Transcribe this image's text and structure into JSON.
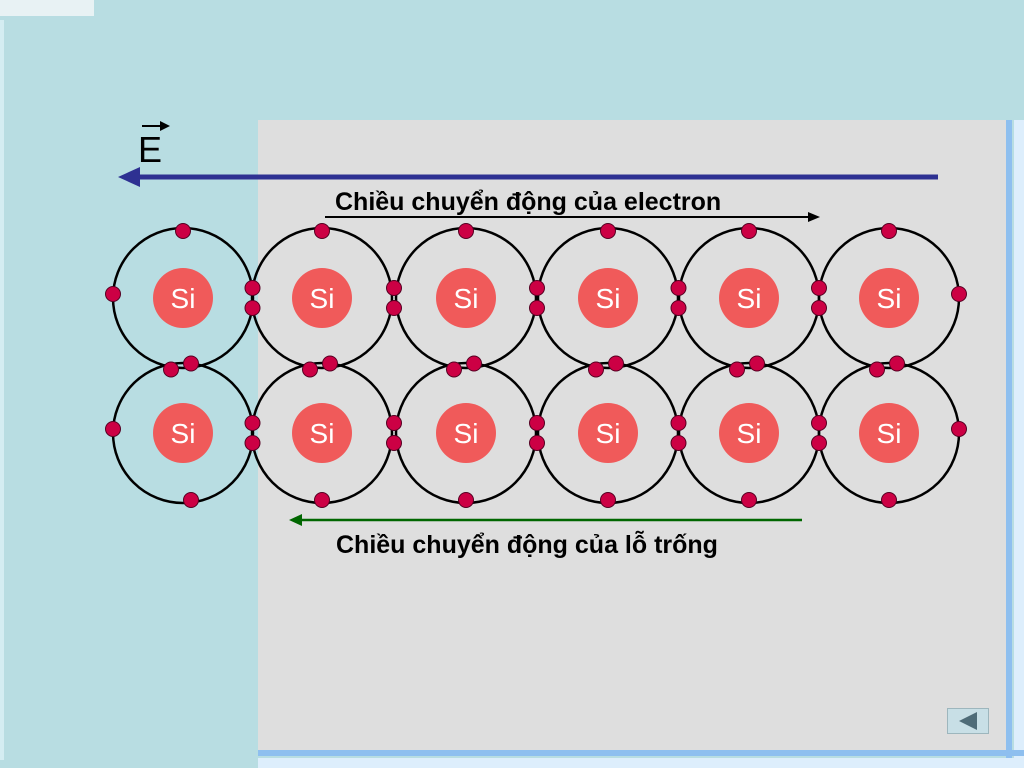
{
  "field_label": "E",
  "electron_caption": "Chiều chuyển động của electron",
  "hole_caption": "Chiều chuyển động của lỗ trống",
  "atom_label": "Si",
  "colors": {
    "field_arrow": "#2e3192",
    "hole_arrow": "#006600",
    "nucleus": "#f05a5a",
    "electron": "#cc0044",
    "orbit": "#000000"
  },
  "lattice": {
    "rows": 2,
    "columns": 6
  },
  "navigation": {
    "back_icon": "triangle-left-icon"
  }
}
